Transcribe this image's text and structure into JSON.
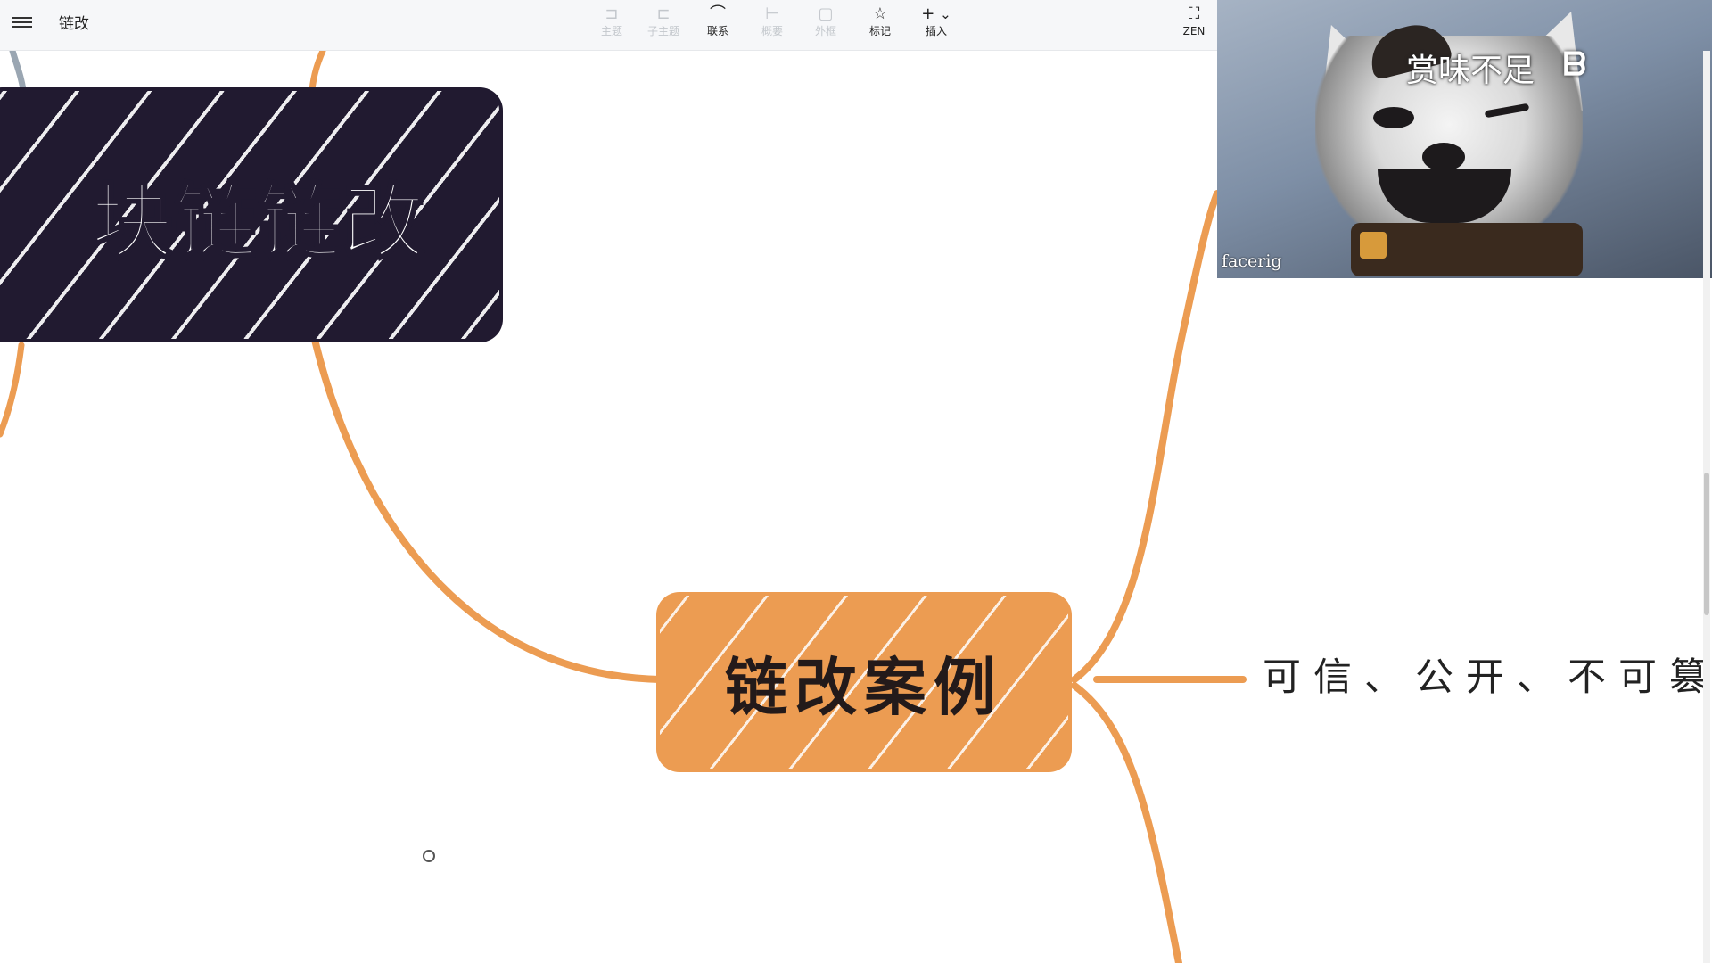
{
  "toolbar": {
    "title": "链改",
    "tools": [
      {
        "label": "主题",
        "icon": "topic-icon",
        "enabled": false
      },
      {
        "label": "子主题",
        "icon": "subtopic-icon",
        "enabled": false
      },
      {
        "label": "联系",
        "icon": "relationship-icon",
        "enabled": true
      },
      {
        "label": "概要",
        "icon": "summary-icon",
        "enabled": false
      },
      {
        "label": "外框",
        "icon": "boundary-icon",
        "enabled": false
      },
      {
        "label": "标记",
        "icon": "star-icon",
        "enabled": true
      },
      {
        "label": "插入",
        "icon": "plus-icon",
        "enabled": true
      }
    ],
    "zen_label": "ZEN"
  },
  "mindmap": {
    "root_topic": "块链链改",
    "sub_topic": "链改案例",
    "leaf_topic": "可信、公开、不可篡改"
  },
  "webcam": {
    "caption": "赏味不足",
    "watermark": "facerig"
  },
  "colors": {
    "branch": "#ec9c52",
    "root_fill": "#211a30",
    "sub_fill": "#ec9c52",
    "gray_branch": "#9aa6b2"
  }
}
